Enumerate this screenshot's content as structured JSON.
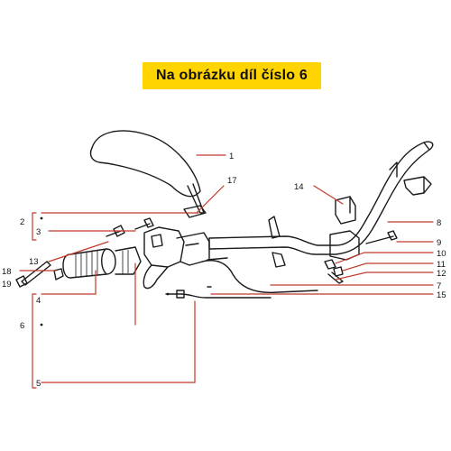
{
  "title": "Na obrázku díl číslo 6",
  "callouts": {
    "c1": "1",
    "c17": "17",
    "c14": "14",
    "c2": "2",
    "c3": "3",
    "c8": "8",
    "c9": "9",
    "c13": "13",
    "c18": "18",
    "c19": "19",
    "c10": "10",
    "c11": "11",
    "c12": "12",
    "c7": "7",
    "c15": "15",
    "c4": "4",
    "c6": "6",
    "c5": "5"
  },
  "colors": {
    "banner": "#ffd400",
    "leader": "#c0392b",
    "ink": "#1a1a1a"
  }
}
